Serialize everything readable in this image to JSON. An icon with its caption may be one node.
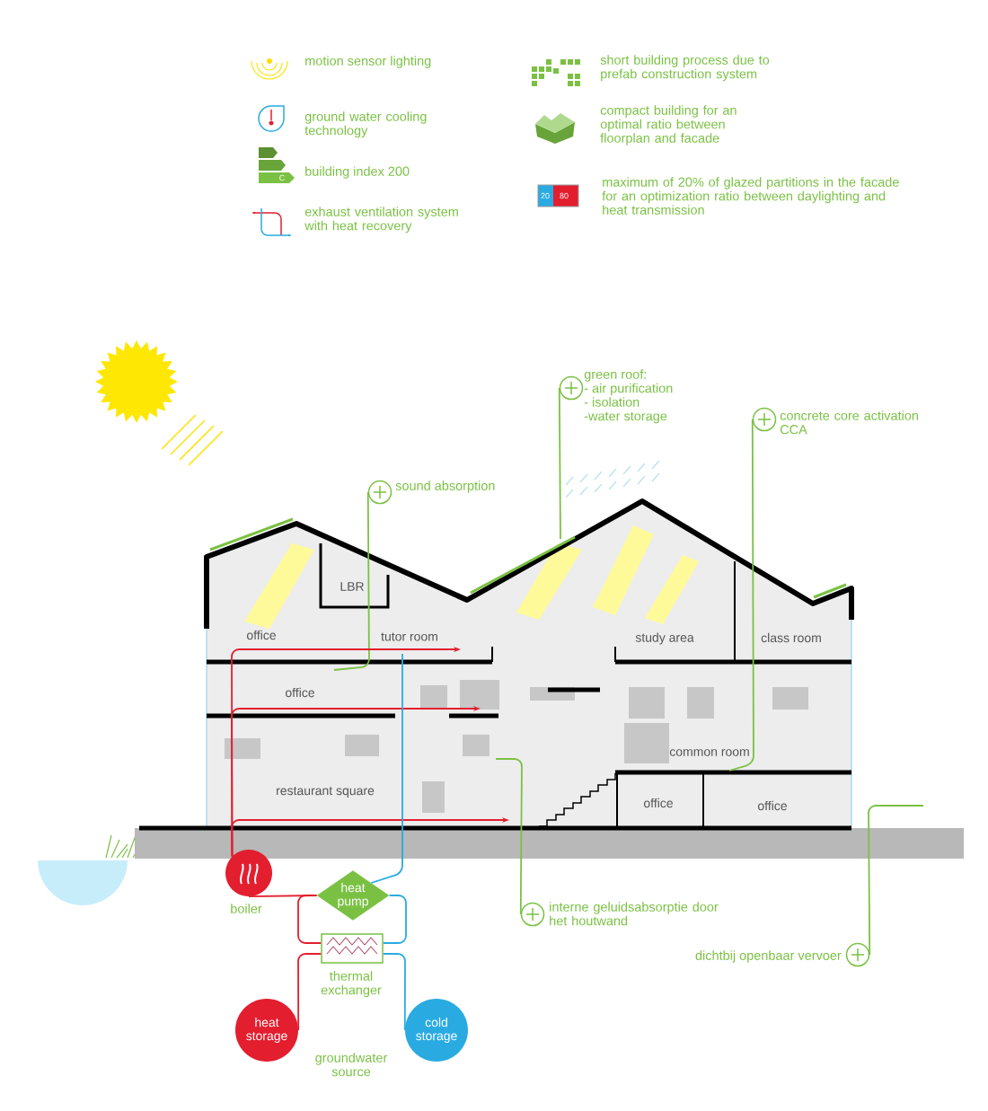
{
  "diagram": {
    "nodes": [
      {
        "text": [
          "green roof:",
          "- air purification",
          "- isolation",
          "-water storage"
        ]
      },
      {
        "text": [
          "concrete core activation CCA"
        ]
      },
      {
        "text": [
          "sound absorption"
        ]
      },
      {
        "text": [],
        "shape": "circle",
        "beside": [
          "boiler"
        ]
      },
      {
        "text": [
          "heat pump"
        ]
      },
      {
        "text": [
          "interne geluidsabsorptie door het houtwand"
        ]
      },
      {
        "text": [],
        "shape": "box",
        "beside": [
          "thermal exchanger"
        ]
      },
      {
        "text": [
          "dichtbij openbaar vervoer"
        ]
      },
      {
        "text": [
          "heat storage"
        ]
      },
      {
        "text": [
          "cold storage"
        ]
      }
    ],
    "edges": [
      {
        "from": 0,
        "to": null,
        "arrow": "none",
        "color": "#7ac143"
      },
      {
        "from": 1,
        "to": null,
        "arrow": "none",
        "color": "#7ac143"
      },
      {
        "from": 2,
        "to": null,
        "arrow": "none",
        "color": "#7ac143"
      },
      {
        "from": 5,
        "to": null,
        "arrow": "none",
        "color": "#7ac143"
      },
      {
        "from": 7,
        "to": null,
        "arrow": "none",
        "color": "#7ac143"
      },
      {
        "from": 3,
        "to": 4,
        "arrow": "none",
        "color": "#e31e2f"
      },
      {
        "from": 4,
        "to": 6,
        "arrow": "none",
        "color": "#e31e2f"
      },
      {
        "from": 4,
        "to": 6,
        "arrow": "none",
        "color": "#29abe2"
      },
      {
        "from": 6,
        "to": 8,
        "arrow": "none",
        "color": "#e31e2f"
      },
      {
        "from": 6,
        "to": 9,
        "arrow": "none",
        "color": "#29abe2"
      },
      {
        "from": 3,
        "to": null,
        "arrow": "to",
        "color": "#e31e2f"
      },
      {
        "from": 3,
        "to": null,
        "arrow": "to",
        "color": "#e31e2f"
      },
      {
        "from": 3,
        "to": null,
        "arrow": "to",
        "color": "#e31e2f"
      },
      {
        "from": 4,
        "to": null,
        "arrow": "none",
        "color": "#29abe2"
      }
    ],
    "labels": [
      "C",
      "20",
      "80",
      "office",
      "LBR",
      "tutor room",
      "study area",
      "class room",
      "office",
      "common room",
      "restaurant square",
      "office",
      "office",
      "groundwater source"
    ],
    "legend": [
      {
        "text": "motion sensor lighting"
      },
      {
        "text": "ground water cooling technology"
      },
      {
        "text": "building index 200"
      },
      {
        "text": "exhaust ventilation system with heat recovery"
      },
      {
        "text": "short building process due to prefab construction system"
      },
      {
        "text": "compact building for an optimal ratio between floorplan and facade"
      },
      {
        "text": "maximum of 20% of glazed partitions in the facade for an optimization ratio between daylighting and heat transmission"
      }
    ]
  }
}
